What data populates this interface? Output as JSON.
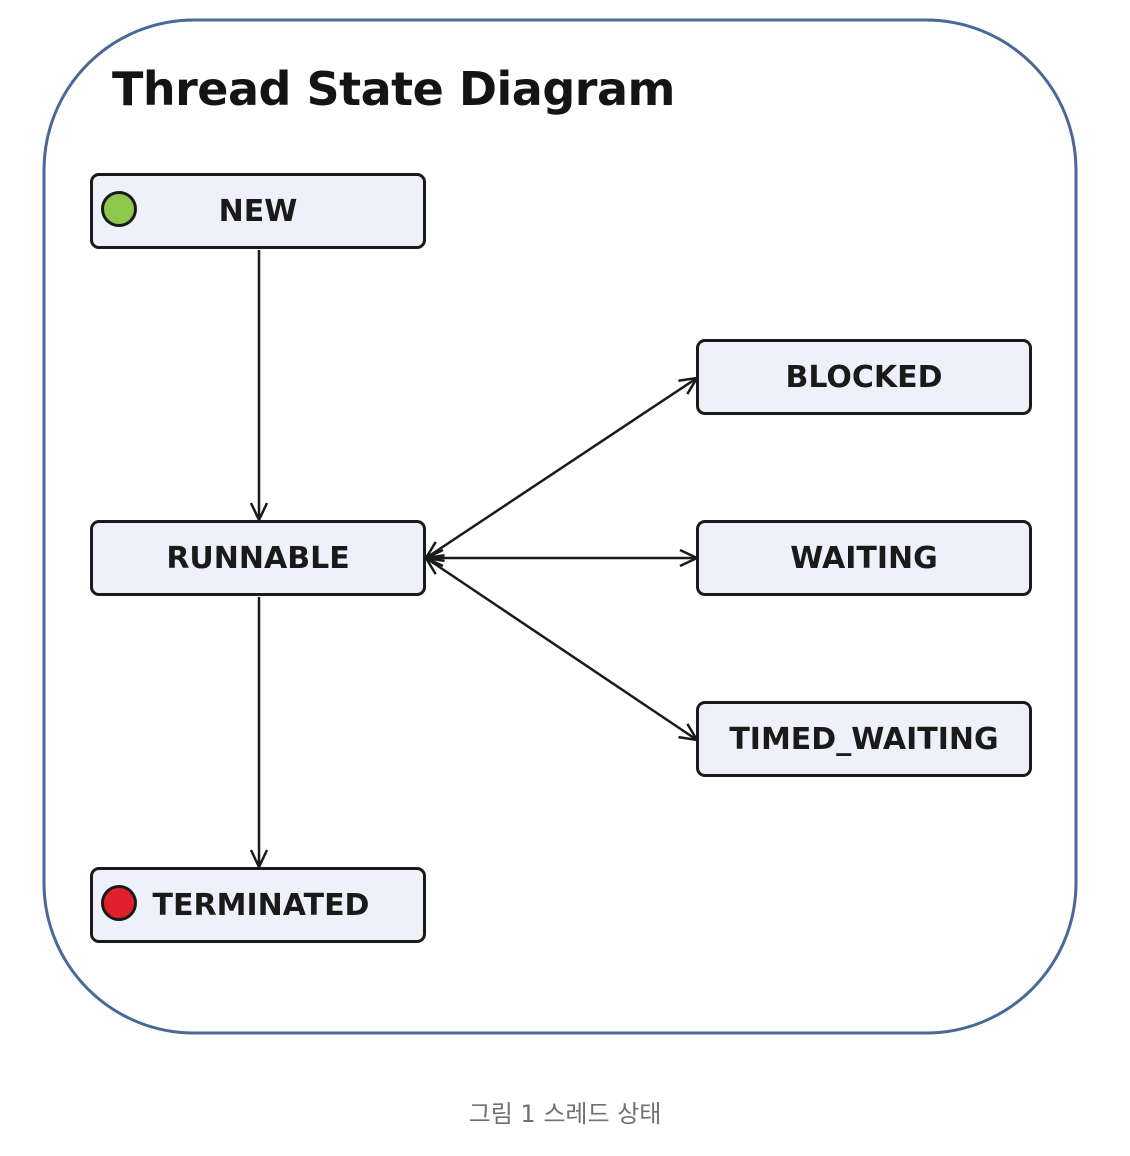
{
  "diagram": {
    "title": "Thread State Diagram",
    "states": {
      "new": "NEW",
      "runnable": "RUNNABLE",
      "terminated": "TERMINATED",
      "blocked": "BLOCKED",
      "waiting": "WAITING",
      "timed_waiting": "TIMED_WAITING"
    },
    "transitions": [
      {
        "from": "NEW",
        "to": "RUNNABLE"
      },
      {
        "from": "RUNNABLE",
        "to": "TERMINATED"
      },
      {
        "from": "RUNNABLE",
        "to": "BLOCKED",
        "bidirectional": true
      },
      {
        "from": "RUNNABLE",
        "to": "WAITING",
        "bidirectional": true
      },
      {
        "from": "RUNNABLE",
        "to": "TIMED_WAITING",
        "bidirectional": true
      }
    ],
    "start_marker_color": "#8cc84b",
    "end_marker_color": "#e0202a",
    "frame_color": "#4a6898"
  },
  "caption": "그림 1 스레드 상태"
}
